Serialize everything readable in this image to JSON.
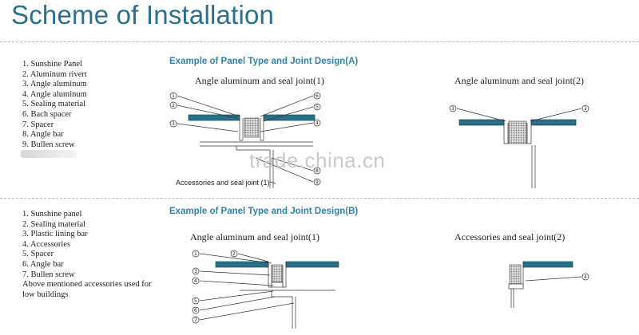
{
  "title": "Scheme of Installation",
  "sectionA": {
    "heading": "Example of Panel Type and Joint Design(A)",
    "list": [
      "1. Sunshine Panel",
      "2. Aluminum rivert",
      "3. Angle aluminum",
      "4. Angle aluminum",
      "5. Sealing material",
      "6. Bach spacer",
      "7. Spacer",
      "8. Angle bar",
      "9. Bullen screw"
    ],
    "diagram1_title": "Angle aluminum and seal joint(1)",
    "diagram2_title": "Angle aluminum and seal joint(2)",
    "diagram3_title": "Accessories and seal joint (1)"
  },
  "sectionB": {
    "heading": "Example of Panel Type and Joint Design(B)",
    "list": [
      "1. Sunshine panel",
      "2. Sealing material",
      "3. Plastic lining bar",
      "4. Accessories",
      "5. Spacer",
      "6. Angle bar",
      "7. Bullen screw",
      "Above mentioned accessories used for",
      "low buildings"
    ],
    "diagram1_title": "Angle aluminum and seal joint(1)",
    "diagram2_title": "Accessories and seal joint(2)"
  },
  "watermark": "trade.china.cn",
  "colors": {
    "title": "#2a6f8c",
    "heading": "#2e84aa",
    "panel": "#2b6f86",
    "seal": "#8f8f8f"
  }
}
